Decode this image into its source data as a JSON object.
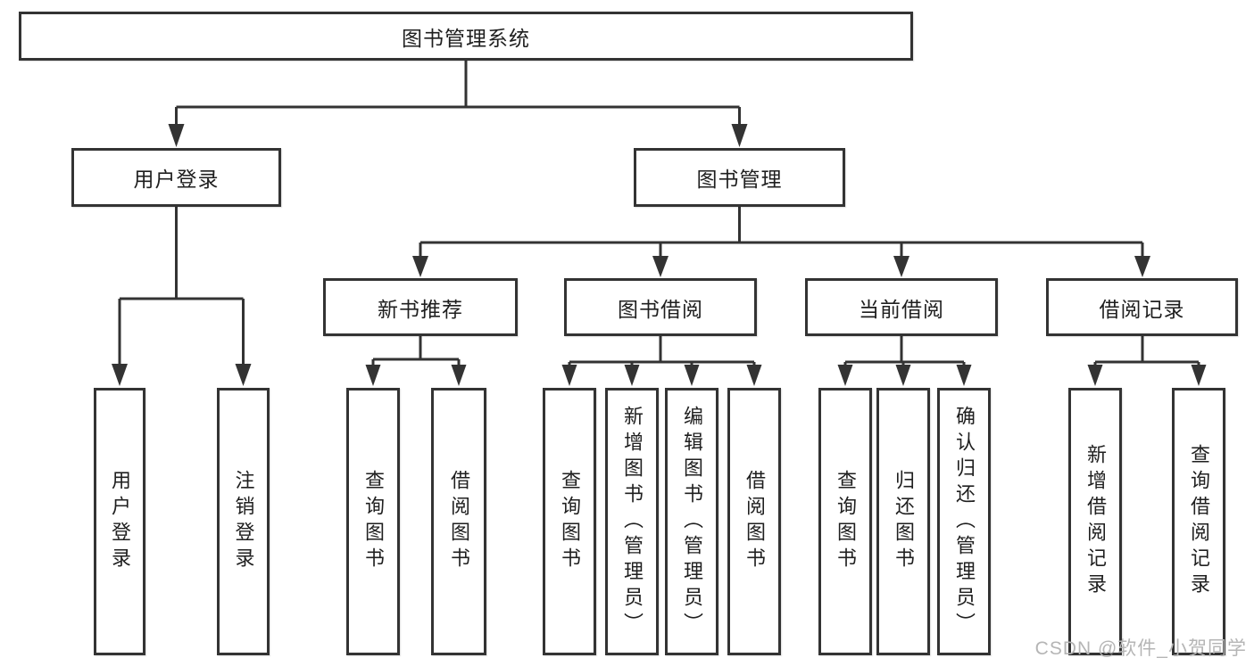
{
  "tree": {
    "root": "图书管理系统",
    "level2": [
      {
        "label": "用户登录",
        "children": [
          "用户登录",
          "注销登录"
        ]
      },
      {
        "label": "图书管理",
        "groups": [
          {
            "label": "新书推荐",
            "children": [
              "查询图书",
              "借阅图书"
            ]
          },
          {
            "label": "图书借阅",
            "children": [
              "查询图书",
              "新增图书（管理员）",
              "编辑图书（管理员）",
              "借阅图书"
            ]
          },
          {
            "label": "当前借阅",
            "children": [
              "查询图书",
              "归还图书",
              "确认归还（管理员）"
            ]
          },
          {
            "label": "借阅记录",
            "children": [
              "新增借阅记录",
              "查询借阅记录"
            ]
          }
        ]
      }
    ]
  },
  "watermark": "CSDN @软件_小贺同学",
  "colors": {
    "line": "#333333",
    "box_border": "#333333",
    "box_background": "#ffffff",
    "text": "#1f1f1f",
    "watermark": "#b5b5b5"
  }
}
